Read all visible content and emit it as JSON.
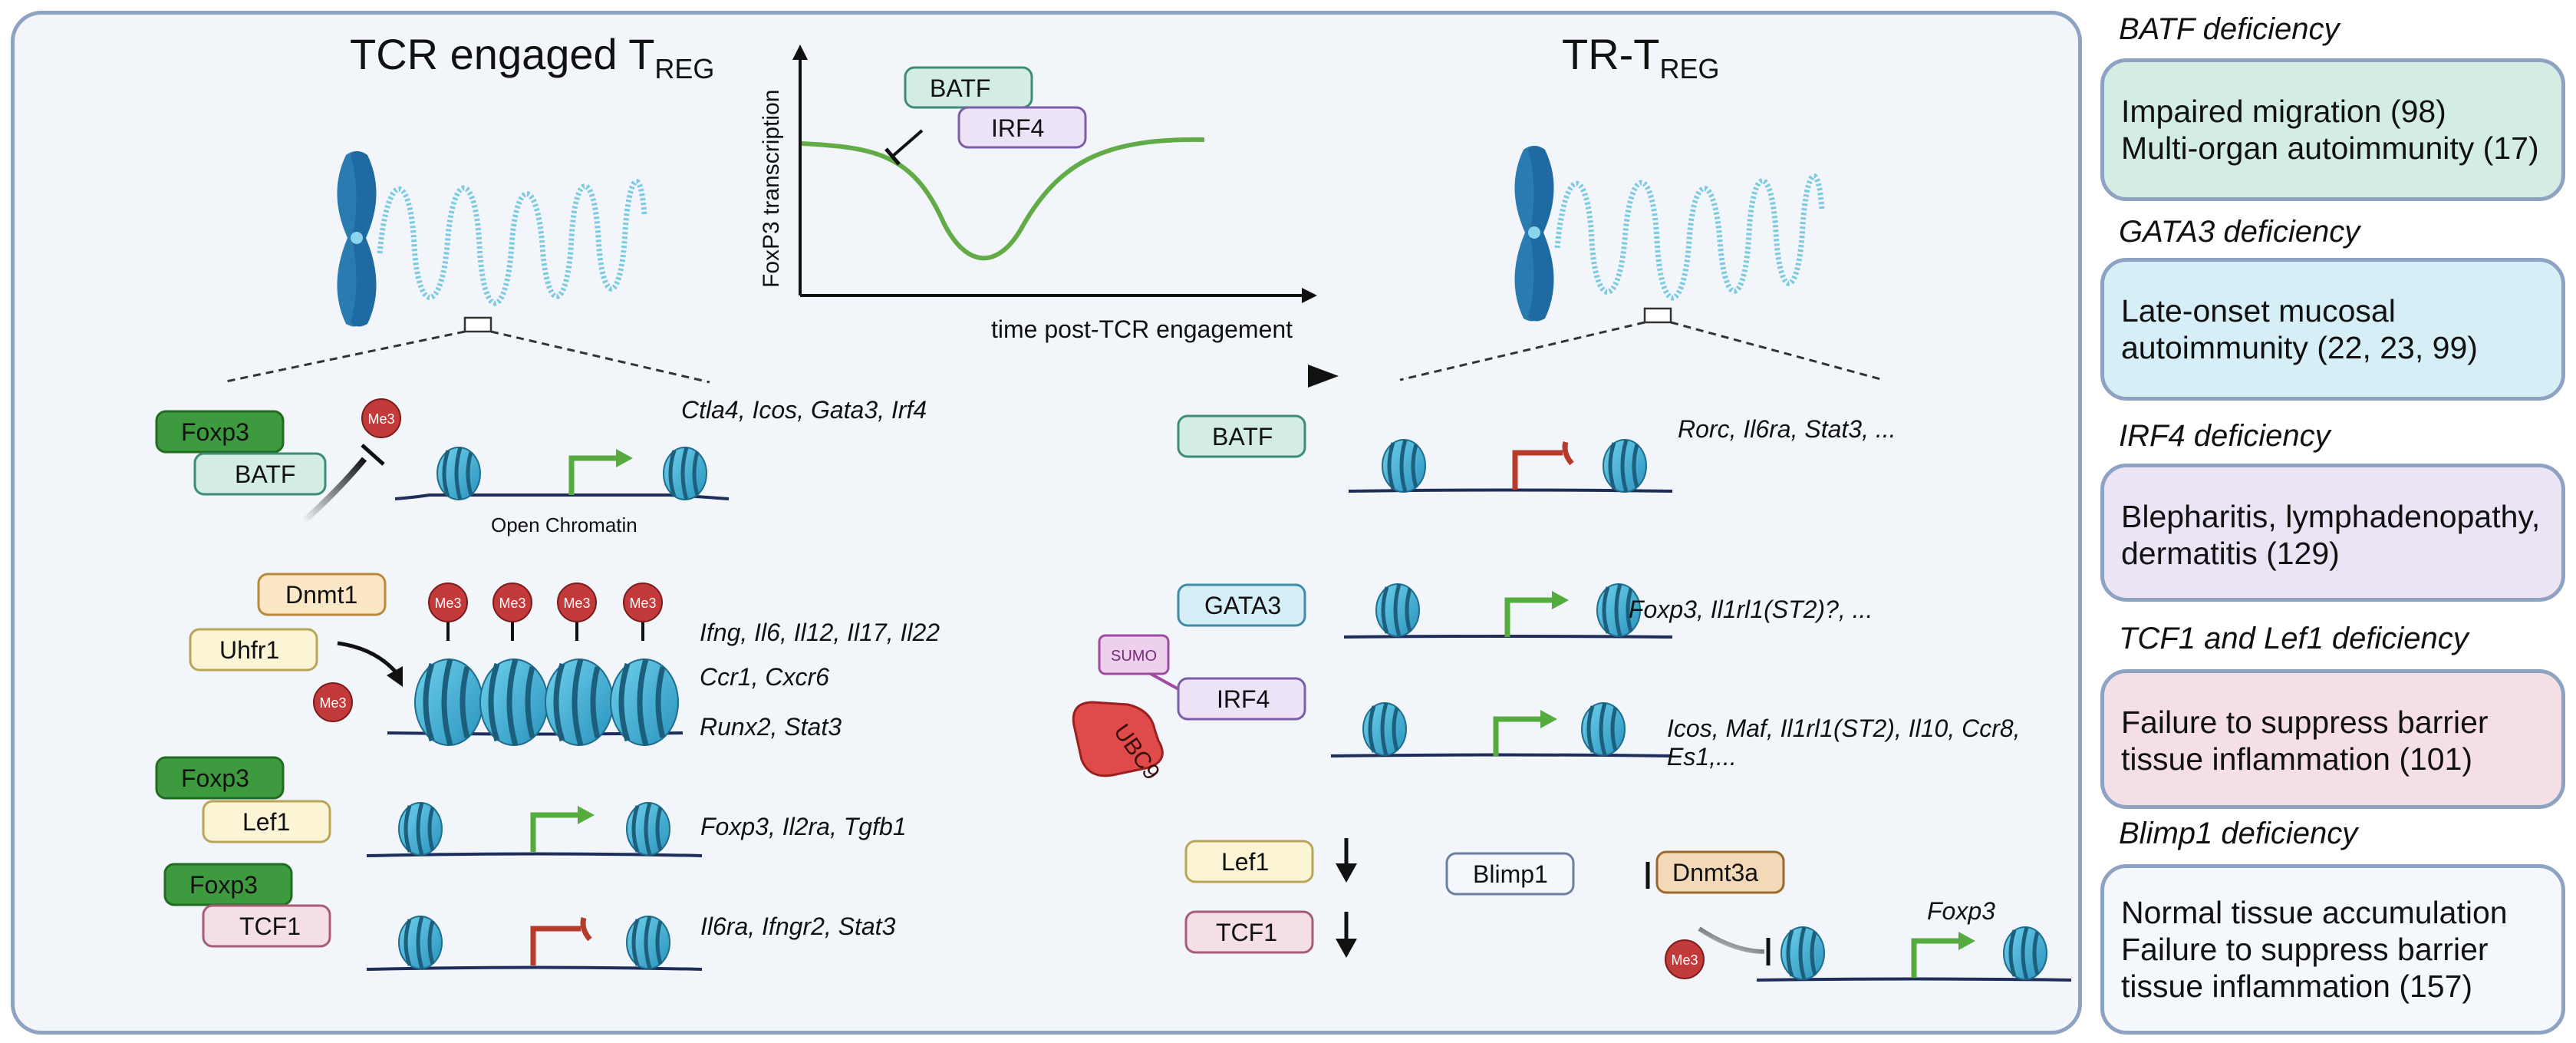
{
  "left_title": {
    "main": "TCR engaged T",
    "sub": "REG"
  },
  "right_title": {
    "main": "TR-T",
    "sub": "REG"
  },
  "graph": {
    "ylabel": "FoxP3 transcription",
    "xlabel": "time post-TCR engagement",
    "box1": "BATF",
    "box2": "IRF4"
  },
  "left": {
    "foxp3": "Foxp3",
    "batf": "BATF",
    "me3": "Me3",
    "open_chromatin": "Open Chromatin",
    "genes_open": "Ctla4, Icos, Gata3, Irf4",
    "dnmt1": "Dnmt1",
    "uhfr1": "Uhfr1",
    "genes_methyl_1": "Ifng, Il6, Il12, Il17, Il22",
    "genes_methyl_2": "Ccr1, Cxcr6",
    "genes_methyl_3": "Runx2, Stat3",
    "lef1": "Lef1",
    "tcf1": "TCF1",
    "genes_lef1": "Foxp3, Il2ra, Tgfb1",
    "genes_tcf1": "Il6ra, Ifngr2, Stat3"
  },
  "right": {
    "batf": "BATF",
    "genes_batf": "Rorc, Il6ra, Stat3, ...",
    "gata3": "GATA3",
    "genes_gata3": "Foxp3, Il1rl1(ST2)?, ...",
    "sumo": "SUMO",
    "irf4": "IRF4",
    "ubc9": "UBC9",
    "genes_irf4_1": "Icos, Maf, Il1rl1(ST2), Il10, Ccr8,",
    "genes_irf4_2": "Es1,...",
    "lef1": "Lef1",
    "tcf1": "TCF1",
    "blimp1": "Blimp1",
    "dnmt3a": "Dnmt3a",
    "foxp3_label": "Foxp3",
    "me3": "Me3"
  },
  "sidebar": [
    {
      "title": "BATF deficiency",
      "lines": [
        "Impaired migration (98)",
        "Multi-organ autoimmunity (17)"
      ],
      "color": "#d3ede5"
    },
    {
      "title": "GATA3 deficiency",
      "lines": [
        "Late-onset mucosal",
        "autoimmunity (22, 23, 99)"
      ],
      "color": "#d6eef5"
    },
    {
      "title": "IRF4 deficiency",
      "lines": [
        "Blepharitis, lymphadenopathy,",
        "dermatitis (129)"
      ],
      "color": "#ebe4f5"
    },
    {
      "title": "TCF1 and Lef1 deficiency",
      "lines": [
        "Failure to suppress barrier",
        "tissue inflammation (101)"
      ],
      "color": "#f4dfe6"
    },
    {
      "title": "Blimp1 deficiency",
      "lines": [
        "Normal tissue accumulation",
        "Failure to suppress barrier",
        "tissue inflammation (157)"
      ],
      "color": "#f4f7fb"
    }
  ],
  "colors": {
    "foxp3_green": "#3e9a3e",
    "batf_teal": "#d3ede5",
    "me3_red": "#c33a3a",
    "nucleosome": "#3ea9cc",
    "arrow_green": "#55ab3d",
    "block_red": "#b83a2a"
  }
}
